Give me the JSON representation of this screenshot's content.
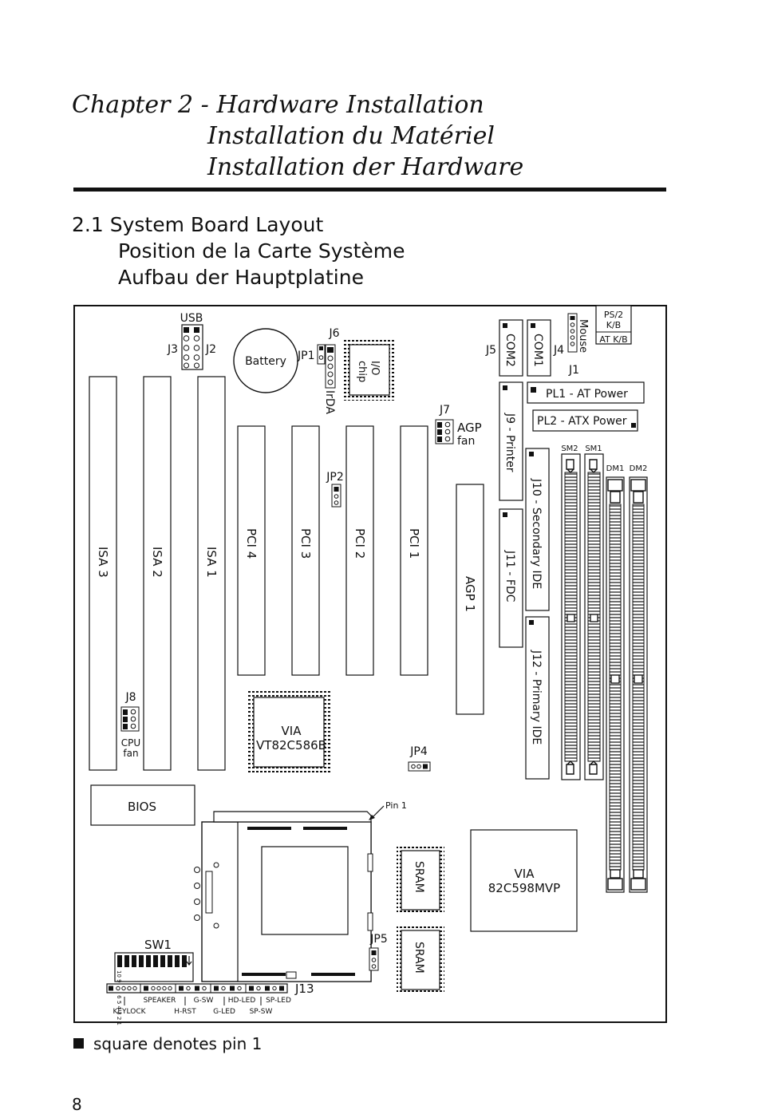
{
  "chapter": {
    "line1": "Chapter 2 - Hardware  Installation",
    "line2": "Installation  du  Matériel",
    "line3": "Installation  der  Hardware"
  },
  "section": {
    "line1": "2.1   System Board Layout",
    "line2": "Position de la Carte Système",
    "line3": "Aufbau der Hauptplatine"
  },
  "board": {
    "usb": "USB",
    "j3": "J3",
    "j2": "J2",
    "battery": "Battery",
    "j6": "J6",
    "jp1": "JP1",
    "irda": "IrDA",
    "io_chip_1": "I/O",
    "io_chip_2": "chip",
    "j5": "J5",
    "com2": "COM2",
    "com1": "COM1",
    "j4": "J4",
    "mouse": "Mouse",
    "j1": "J1",
    "ps2_1": "PS/2",
    "ps2_2": "K/B",
    "at_kb": "AT K/B",
    "pl1": "PL1 - AT Power",
    "pl2": "PL2 - ATX Power",
    "j7": "J7",
    "agp_fan_1": "AGP",
    "agp_fan_2": "fan",
    "j9": "J9 - Printer",
    "sm2": "SM2",
    "sm1": "SM1",
    "dm1": "DM1",
    "dm2": "DM2",
    "jp2": "JP2",
    "isa3": "ISA 3",
    "isa2": "ISA 2",
    "isa1": "ISA 1",
    "pci4": "PCI 4",
    "pci3": "PCI 3",
    "pci2": "PCI 2",
    "pci1": "PCI 1",
    "agp1": "AGP 1",
    "j10": "J10 - Secondary IDE",
    "j11": "J11 - FDC",
    "j12": "J12 - Primary IDE",
    "j8": "J8",
    "cpu_fan_1": "CPU",
    "cpu_fan_2": "fan",
    "via586_1": "VIA",
    "via586_2": "VT82C586B",
    "jp4": "JP4",
    "bios": "BIOS",
    "pin1": "Pin 1",
    "sram1": "SRAM",
    "sram2": "SRAM",
    "via598_1": "VIA",
    "via598_2": "82C598MVP",
    "sw1": "SW1",
    "sw_nums": "10 9 8 7 6 5 4 3 2 1",
    "jp5": "JP5",
    "j13": "J13",
    "pin_labels": {
      "speaker": "SPEAKER",
      "g_sw": "G-SW",
      "hd_led": "HD-LED",
      "sp_led": "SP-LED",
      "keylock": "KEYLOCK",
      "h_rst": "H-RST",
      "g_led": "G-LED",
      "sp_sw": "SP-SW"
    }
  },
  "legend": "square denotes pin 1",
  "page_number": "8"
}
